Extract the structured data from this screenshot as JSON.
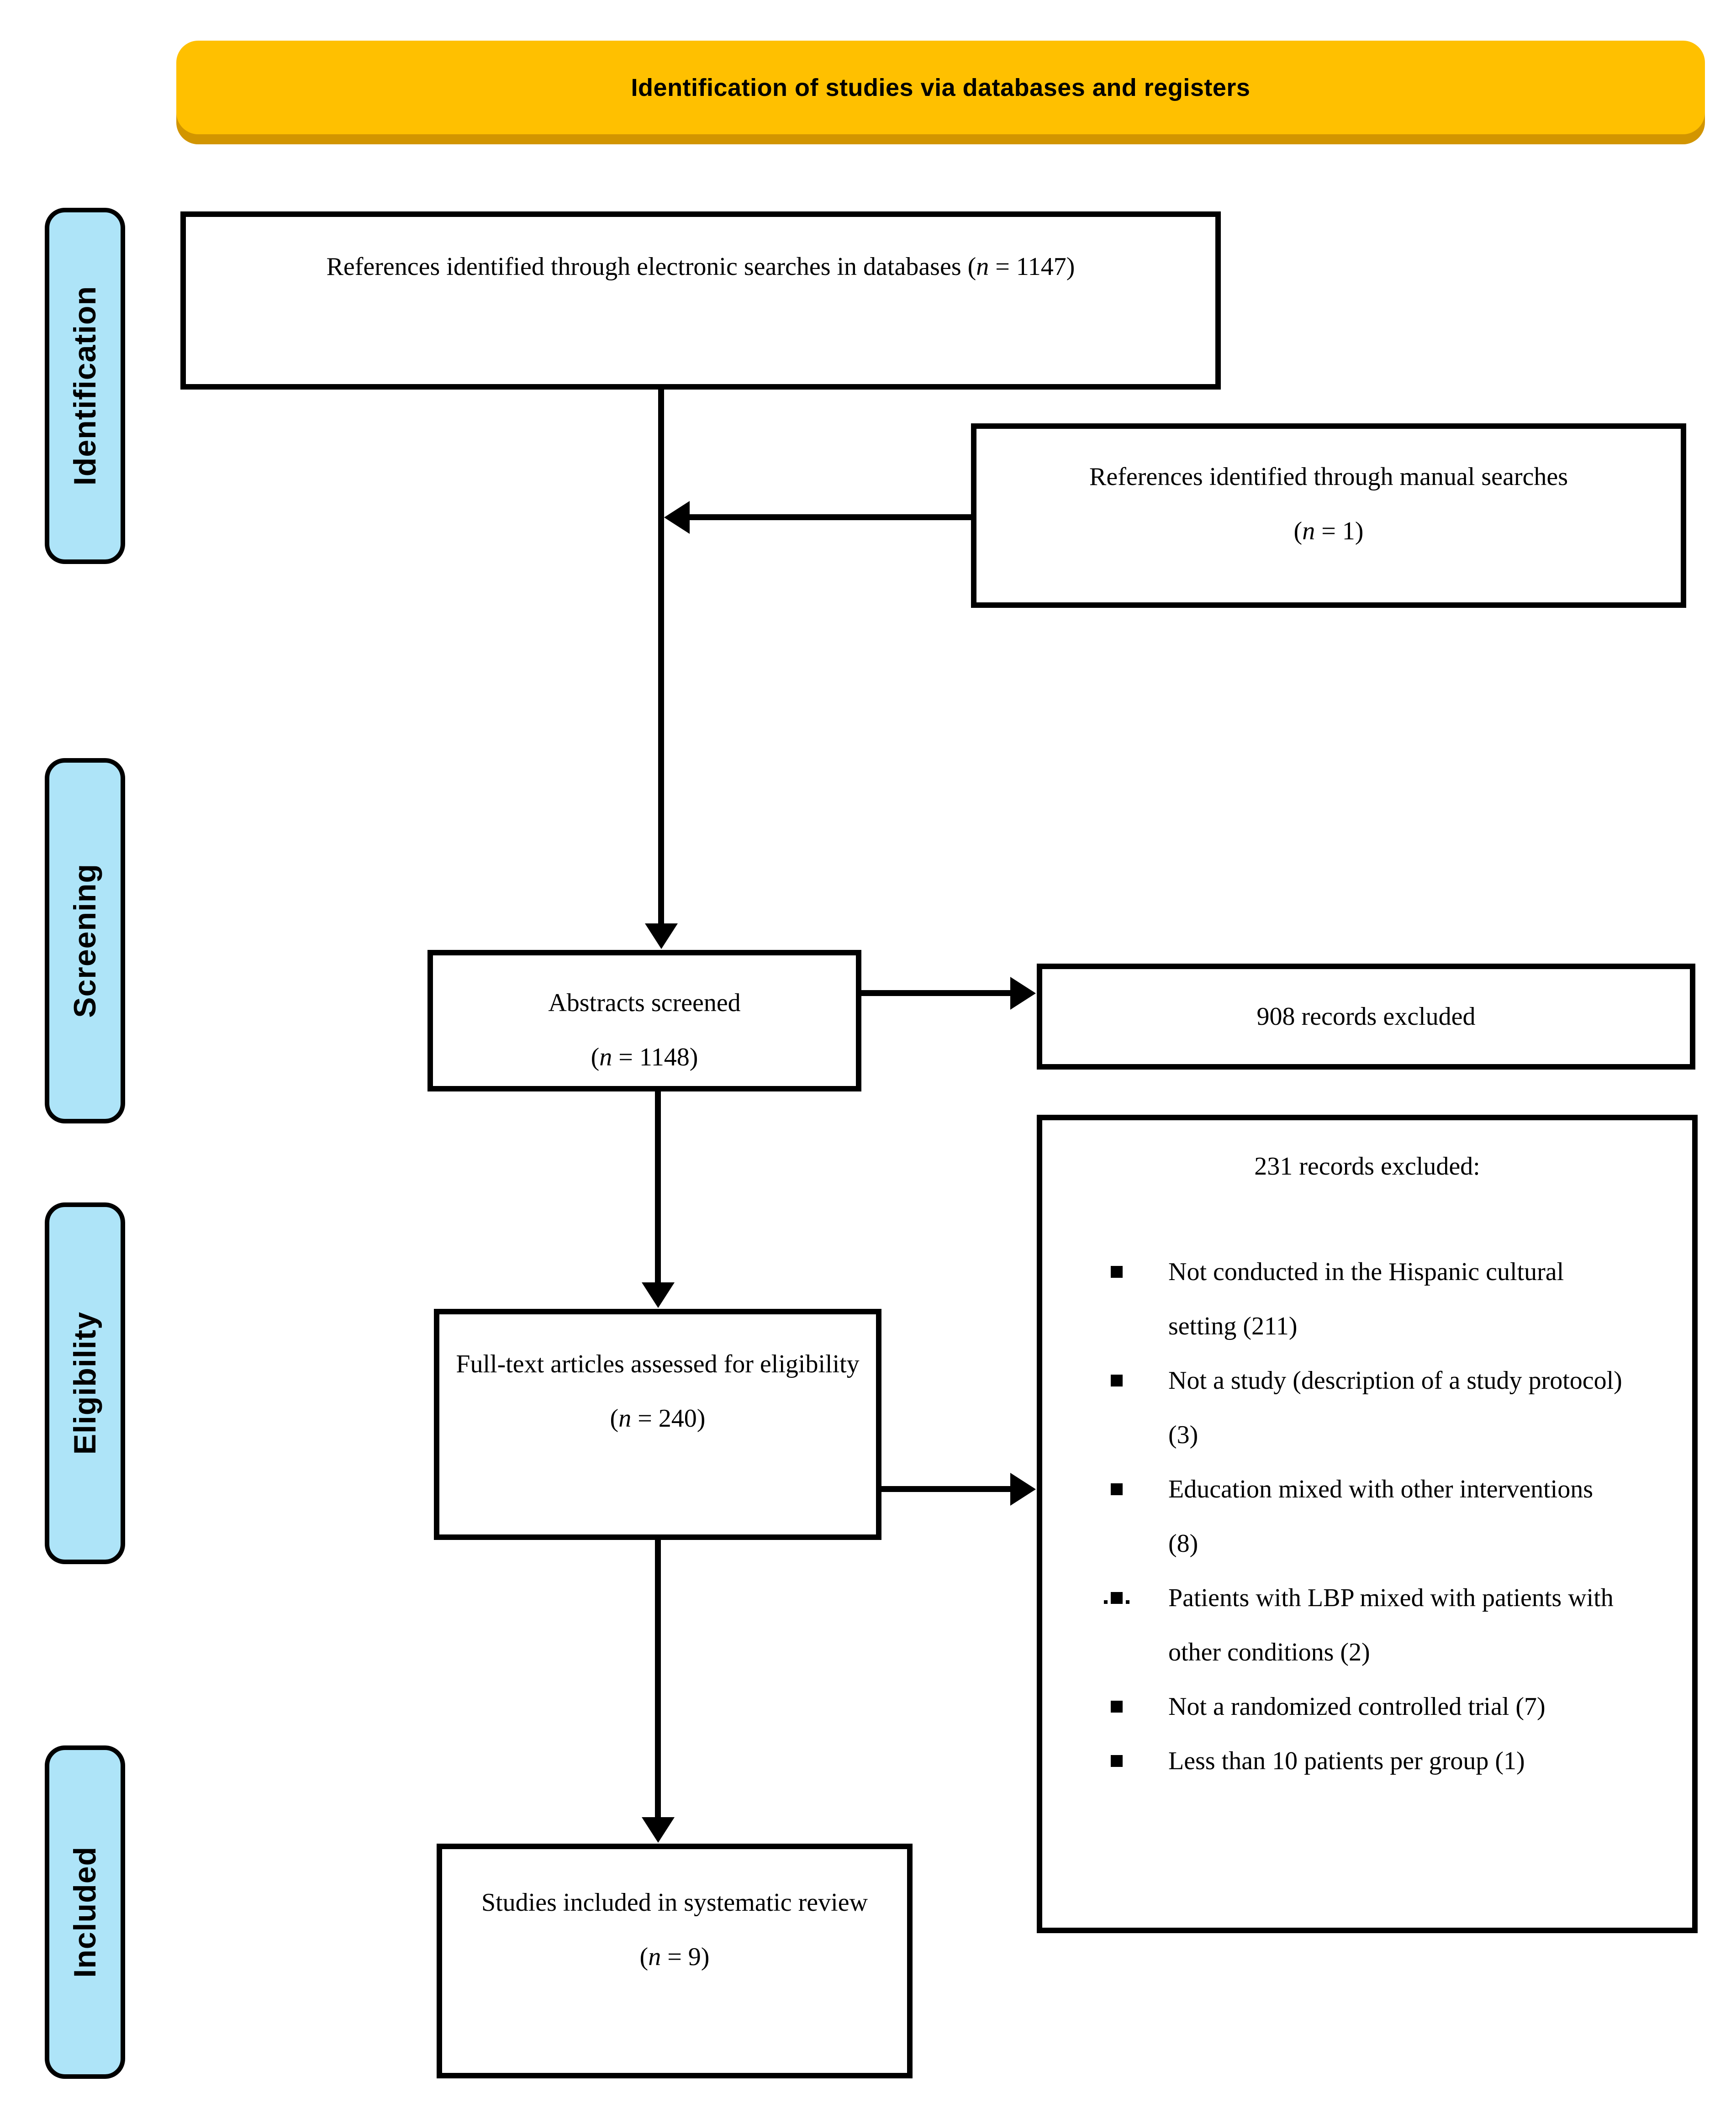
{
  "banner": {
    "title": "Identification of studies via databases and registers"
  },
  "colors": {
    "banner_bg": "#FFC000",
    "banner_shadow": "#D29500",
    "stage_bg": "#AEE4F8",
    "line": "#000000"
  },
  "stages": [
    {
      "label": "Identification"
    },
    {
      "label": "Screening"
    },
    {
      "label": "Eligibility"
    },
    {
      "label": "Included"
    }
  ],
  "boxes": {
    "electronic": {
      "lines": [
        "References identified through electronic searches in databases (n = 1147)"
      ]
    },
    "manual": {
      "lines": [
        "References identified through manual searches",
        "(n = 1)"
      ]
    },
    "abstracts": {
      "lines": [
        "Abstracts screened",
        "(n = 1148)"
      ]
    },
    "excluded908": {
      "lines": [
        "908 records excluded"
      ]
    },
    "fulltext": {
      "lines": [
        "Full-text articles assessed for eligibility",
        "(n = 240)"
      ]
    },
    "studies": {
      "lines": [
        "Studies included in systematic review",
        "(n = 9)"
      ]
    },
    "excluded231": {
      "heading": "231 records excluded:",
      "items": [
        {
          "bullet": "square",
          "text": "Not conducted in the Hispanic cultural setting (211)"
        },
        {
          "bullet": "square",
          "text": "Not a study (description of a study protocol) (3)"
        },
        {
          "bullet": "square",
          "text": "Education mixed with other interventions (8)"
        },
        {
          "bullet": "square-tail",
          "text": "Patients with LBP mixed with patients with other conditions (2)"
        },
        {
          "bullet": "square",
          "text": "Not a randomized controlled trial (7)"
        },
        {
          "bullet": "square",
          "text": "Less than 10 patients per group (1)"
        }
      ]
    }
  }
}
